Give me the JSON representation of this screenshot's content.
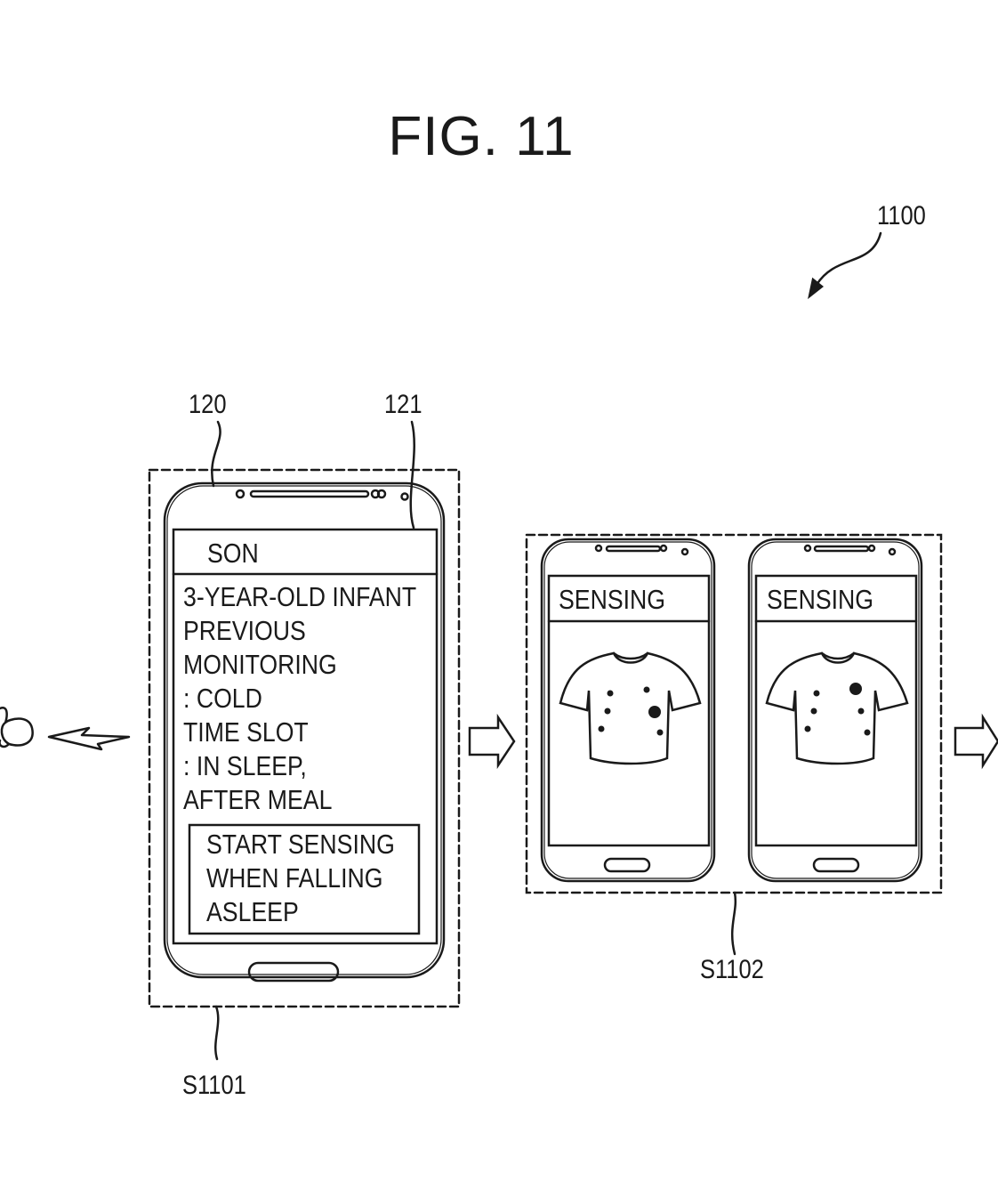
{
  "figure": {
    "title": "FIG. 11",
    "reference": "1100"
  },
  "step_1101": {
    "label": "S1101",
    "device_ref": "120",
    "screen_ref": "121",
    "phone": {
      "header": "SON",
      "lines": [
        "3-YEAR-OLD INFANT",
        "PREVIOUS",
        "MONITORING",
        ": COLD",
        "TIME SLOT",
        ": IN SLEEP,",
        "AFTER MEAL"
      ],
      "action_box": [
        "START SENSING",
        "WHEN FALLING",
        "ASLEEP"
      ]
    }
  },
  "step_1102": {
    "label": "S1102",
    "phones": [
      {
        "header": "SENSING",
        "image": "t-shirt-sensor-map",
        "large_sensor": "right-middle"
      },
      {
        "header": "SENSING",
        "image": "t-shirt-sensor-map",
        "large_sensor": "right-upper"
      }
    ]
  },
  "icons": {
    "left_partial": "wearable-device-icon",
    "signal": "wireless-signal-icon",
    "flow_arrow": "right-arrow-icon"
  }
}
